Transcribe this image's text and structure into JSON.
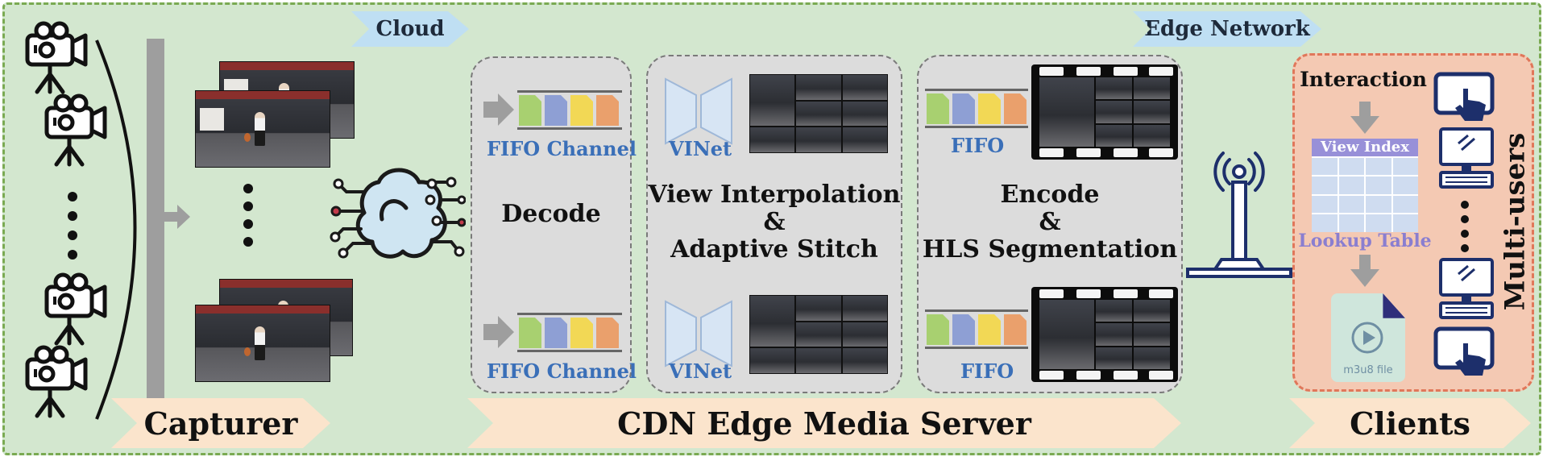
{
  "top_tags": {
    "cloud": "Cloud",
    "edge_network": "Edge Network"
  },
  "bands": {
    "capturer": "Capturer",
    "cdn": "CDN Edge Media Server",
    "clients": "Clients"
  },
  "decode_panel": {
    "fifo_top": "FIFO Channel",
    "fifo_bottom": "FIFO Channel",
    "title": "Decode"
  },
  "interp_panel": {
    "vinet_top": "VINet",
    "vinet_bottom": "VINet",
    "title_line1": "View Interpolation",
    "title_line2": "&",
    "title_line3": "Adaptive Stitch"
  },
  "encode_panel": {
    "fifo_top": "FIFO",
    "fifo_bottom": "FIFO",
    "title_line1": "Encode",
    "title_line2": "&",
    "title_line3": "HLS Segmentation"
  },
  "clients_panel": {
    "interaction": "Interaction",
    "view_index": "View Index",
    "lookup_table": "Lookup Table",
    "m3u8_file": "m3u8 file",
    "multi_users": "Multi-users"
  },
  "icons": [
    "camera-icon",
    "cloud-network-icon",
    "antenna-tower-icon",
    "tablet-touch-icon",
    "desktop-computer-icon",
    "play-icon"
  ],
  "colors": {
    "fifo_blocks": [
      "#a8d070",
      "#8e9fd4",
      "#f2d855",
      "#eaa06c"
    ],
    "accent_blue": "#3a6fb8",
    "background": "#d3e7cf",
    "band": "#fbe4cc",
    "client_panel": "#f4c9b3",
    "icon_navy": "#1d2f6b"
  }
}
